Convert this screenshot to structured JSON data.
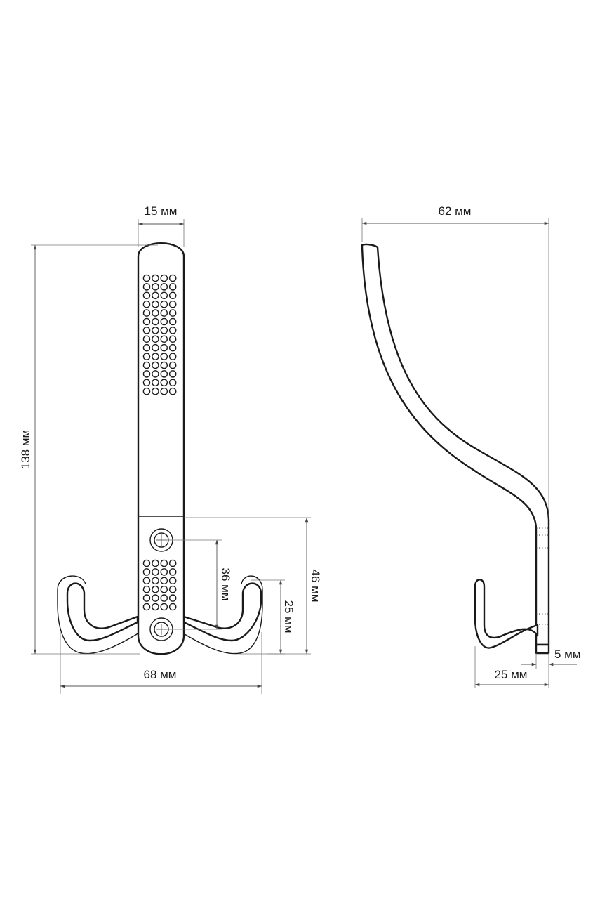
{
  "dimensions": {
    "front_width": "15 мм",
    "front_height": "138 мм",
    "hole_spacing": "36 мм",
    "hook_tip_height": "25 мм",
    "lower_section_height": "46 мм",
    "overall_width": "68 мм",
    "side_depth": "62 мм",
    "hook_depth": "25 мм",
    "base_thickness": "5 мм"
  },
  "colors": {
    "stroke": "#1a1a1a",
    "dimension": "#555555",
    "background": "#ffffff"
  }
}
